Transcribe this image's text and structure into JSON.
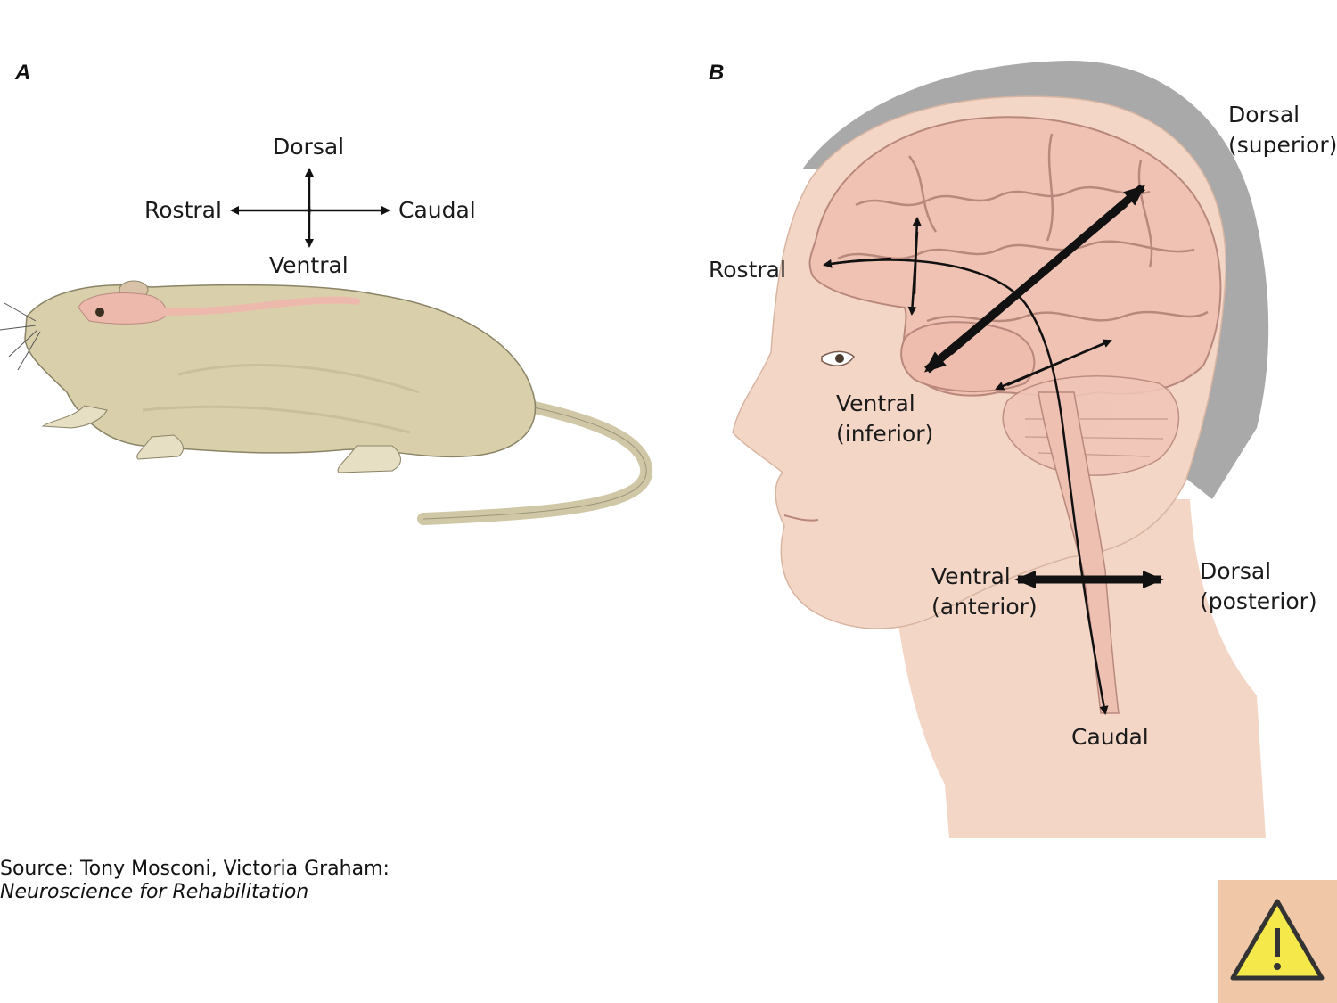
{
  "panel_a": {
    "letter": "A",
    "labels": {
      "dorsal": "Dorsal",
      "rostral": "Rostral",
      "caudal": "Caudal",
      "ventral": "Ventral"
    }
  },
  "panel_b": {
    "letter": "B",
    "labels": {
      "dorsal_superior_1": "Dorsal",
      "dorsal_superior_2": "(superior)",
      "rostral": "Rostral",
      "ventral_inferior_1": "Ventral",
      "ventral_inferior_2": "(inferior)",
      "ventral_anterior_1": "Ventral",
      "ventral_anterior_2": "(anterior)",
      "dorsal_posterior_1": "Dorsal",
      "dorsal_posterior_2": "(posterior)",
      "caudal": "Caudal"
    }
  },
  "source": {
    "line1": "Source: Tony Mosconi, Victoria Graham:",
    "line2": "Neuroscience for Rehabilitation"
  },
  "colors": {
    "rat_fur": "#d9d0ab",
    "skin": "#f3d6c6",
    "brain": "#f0c2b4",
    "hair": "#8f8f8f",
    "warning_bg": "#f0c8a8",
    "warning_triangle": "#f5e84a"
  },
  "icons": {
    "warning": "warning-triangle-icon"
  }
}
